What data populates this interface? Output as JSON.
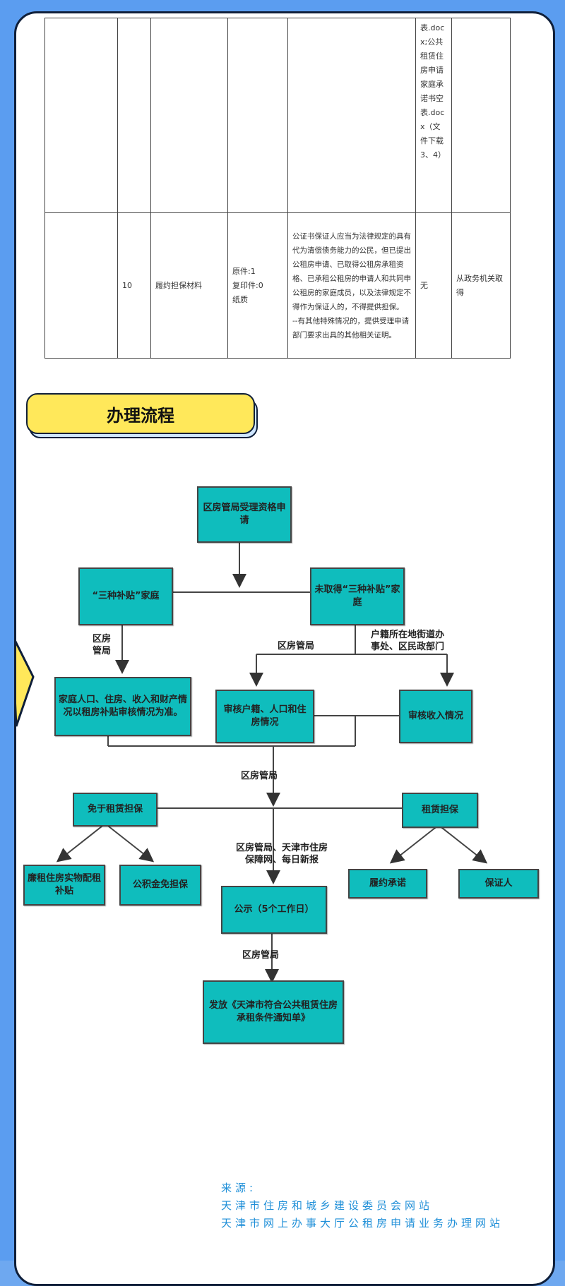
{
  "table": {
    "rows": [
      {
        "c1": "",
        "no": "",
        "name": "",
        "quantity": "",
        "requirements": "",
        "template": "表.docx;公共租赁住房申请家庭承诺书空表.docx（文件下载3、4）",
        "source": ""
      },
      {
        "c1": "",
        "no": "10",
        "name": "履约担保材料",
        "quantity": "原件:1\n复印件:0\n纸质",
        "requirements": "公证书保证人应当为法律规定的具有代为清偿债务能力的公民，但已提出公租房申请、已取得公租房承租资格、已承租公租房的申请人和共同申公租房的家庭成员，以及法律规定不得作为保证人的，不得提供担保。\n--有其他特殊情况的，提供受理申请部门要求出具的其他相关证明。",
        "template": "无",
        "source": "从政务机关取得"
      }
    ]
  },
  "section_title": "办理流程",
  "flow": {
    "nodes": {
      "start": "区房管局受理资格申请",
      "three_subsidy": "“三种补贴”家庭",
      "no_subsidy": "未取得“三种补贴”家庭",
      "family_info": "家庭人口、住房、收入和财产情况以租房补贴审核情况为准。",
      "review_household": "审核户籍、人口和住房情况",
      "review_income": "审核收入情况",
      "exempt_guarantee": "免于租赁担保",
      "rent_guarantee": "租赁担保",
      "lianzu": "廉租住房实物配租补贴",
      "gjj": "公积金免担保",
      "contract_promise": "履约承诺",
      "guarantor": "保证人",
      "publicity": "公示（5个工作日）",
      "issue": "发放《天津市符合公共租赁住房承租条件通知单》"
    },
    "labels": {
      "fgj_left": "区房\n管局",
      "fgj_mid": "区房管局",
      "hukou": "户籍所在地街道办\n事处、区民政部门",
      "fgj_center": "区房管局",
      "publish": "区房管局、天津市住房\n保障网、每日新报",
      "fgj_bottom": "区房管局"
    }
  },
  "source": {
    "label": "来源:",
    "line1": "天津市住房和城乡建设委员会网站",
    "line2": "天津市网上办事大厅公租房申请业务办理网站"
  },
  "colors": {
    "frame": "#5b9df0",
    "node_fill": "#0fbdbd",
    "pill": "#ffe85a",
    "source_text": "#1f8fd8"
  }
}
